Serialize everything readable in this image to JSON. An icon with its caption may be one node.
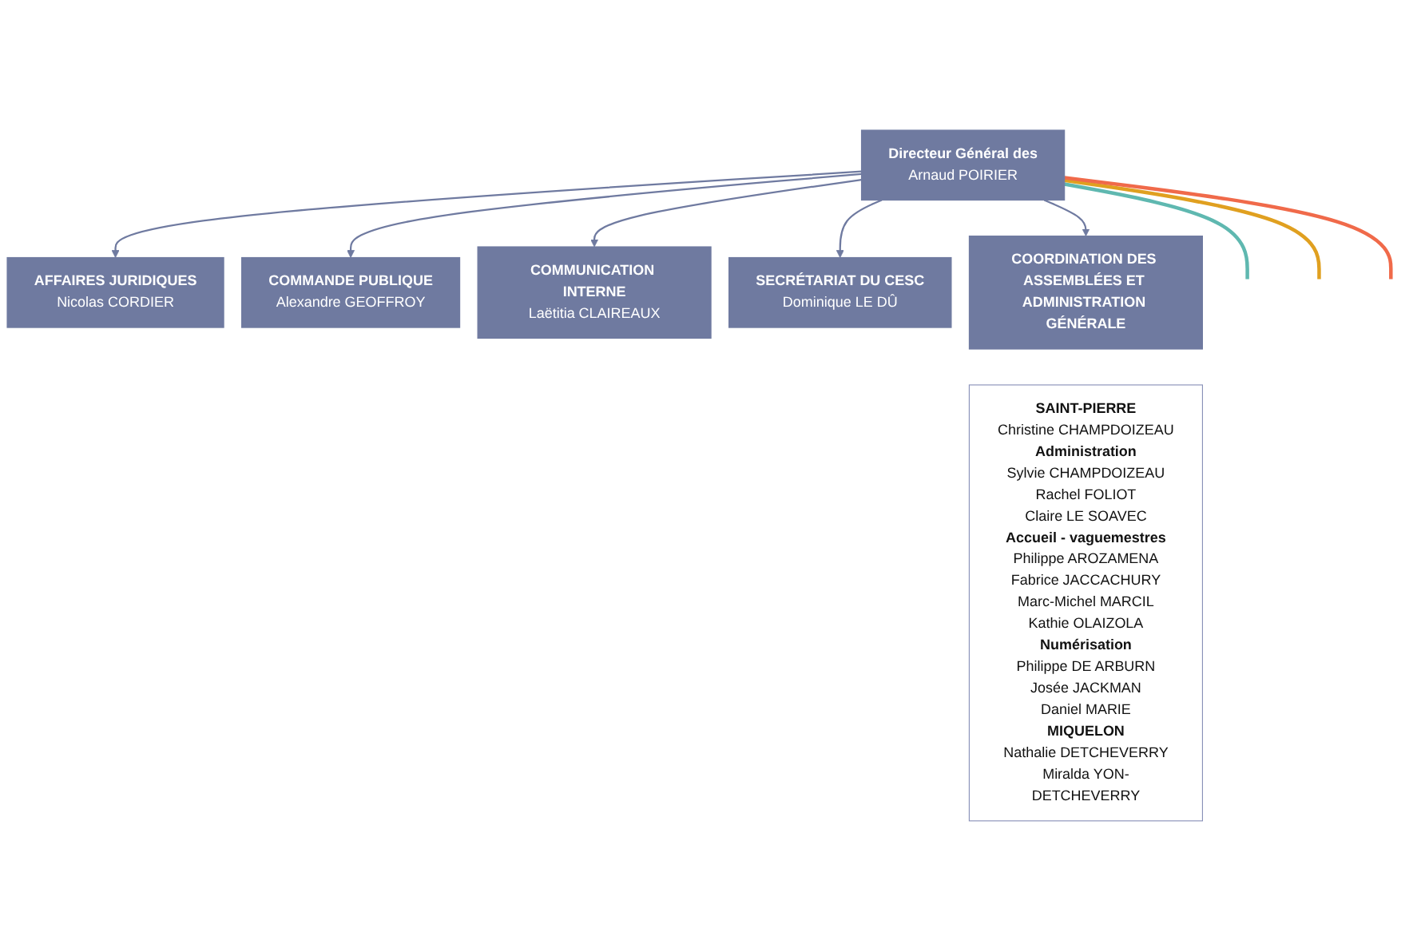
{
  "diagram": {
    "nodes": [
      {
        "text": [
          "Directeur Général des",
          "Arnaud POIRIER"
        ]
      },
      {
        "text": [
          "AFFAIRES JURIDIQUES",
          "Nicolas CORDIER"
        ]
      },
      {
        "text": [
          "COMMANDE PUBLIQUE",
          "Alexandre GEOFFROY"
        ]
      },
      {
        "text": [
          "COMMUNICATION INTERNE",
          "Laëtitia CLAIREAUX"
        ]
      },
      {
        "text": [
          "SECRÉTARIAT DU CESC",
          "Dominique LE DÛ"
        ]
      },
      {
        "text": [
          "COORDINATION DES ASSEMBLÉES ET ADMINISTRATION GÉNÉRALE"
        ]
      },
      {
        "text": [
          "SAINT-PIERRE",
          "Christine CHAMPDOIZEAU",
          "Administration",
          "Sylvie CHAMPDOIZEAU",
          "Rachel FOLIOT",
          "Claire LE SOAVEC",
          "Accueil - vaguemestres",
          "Philippe AROZAMENA",
          "Fabrice JACCACHURY",
          "Marc-Michel MARCIL",
          "Kathie OLAIZOLA",
          "Numérisation",
          "Philippe DE ARBURN",
          "Josée JACKMAN",
          "Daniel MARIE",
          "MIQUELON",
          "Nathalie DETCHEVERRY",
          "Miralda YON-DETCHEVERRY"
        ]
      }
    ],
    "edges": [
      {
        "from": 0,
        "to": 1,
        "arrow": "to"
      },
      {
        "from": 0,
        "to": 2,
        "arrow": "to"
      },
      {
        "from": 0,
        "to": 3,
        "arrow": "to"
      },
      {
        "from": 0,
        "to": 4,
        "arrow": "to"
      },
      {
        "from": 0,
        "to": 5,
        "arrow": "to"
      },
      {
        "from": 0,
        "to": null,
        "arrow": "none",
        "color": "#5fb8b0"
      },
      {
        "from": 0,
        "to": null,
        "arrow": "none",
        "color": "#e0a020"
      },
      {
        "from": 0,
        "to": null,
        "arrow": "none",
        "color": "#f06a4a"
      }
    ]
  }
}
